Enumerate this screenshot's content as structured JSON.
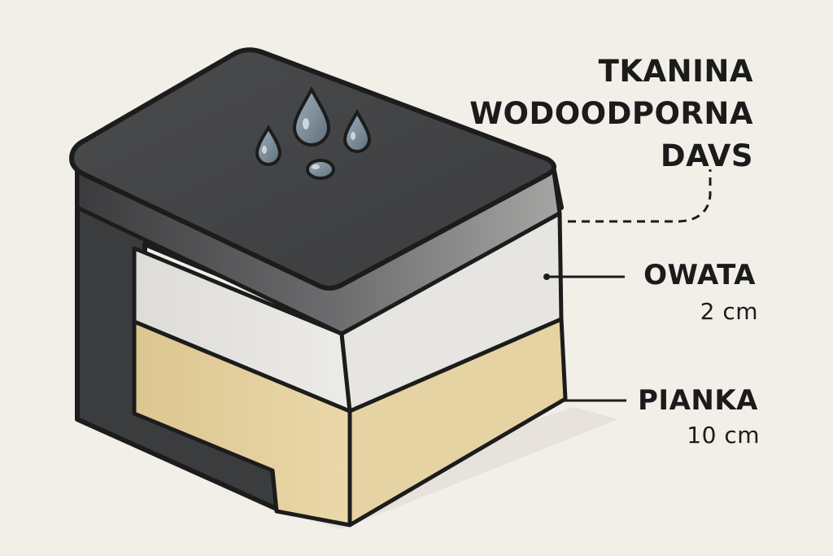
{
  "labels": {
    "fabric": [
      "TKANINA",
      "WODOODPORNA",
      "DAVS"
    ],
    "batting_name": "OWATA",
    "batting_size": "2 cm",
    "foam_name": "PIANKA",
    "foam_size": "10 cm"
  },
  "colors": {
    "background": "#f2efe9",
    "fabric": "#3b3c3e",
    "fabric_top": "#48494b",
    "batting": "#e7e5e1",
    "foam": "#e6d3a3",
    "outline": "#1c1c1c",
    "droplet": "#7d8a96"
  },
  "icons": [
    "water-droplet-icon"
  ]
}
